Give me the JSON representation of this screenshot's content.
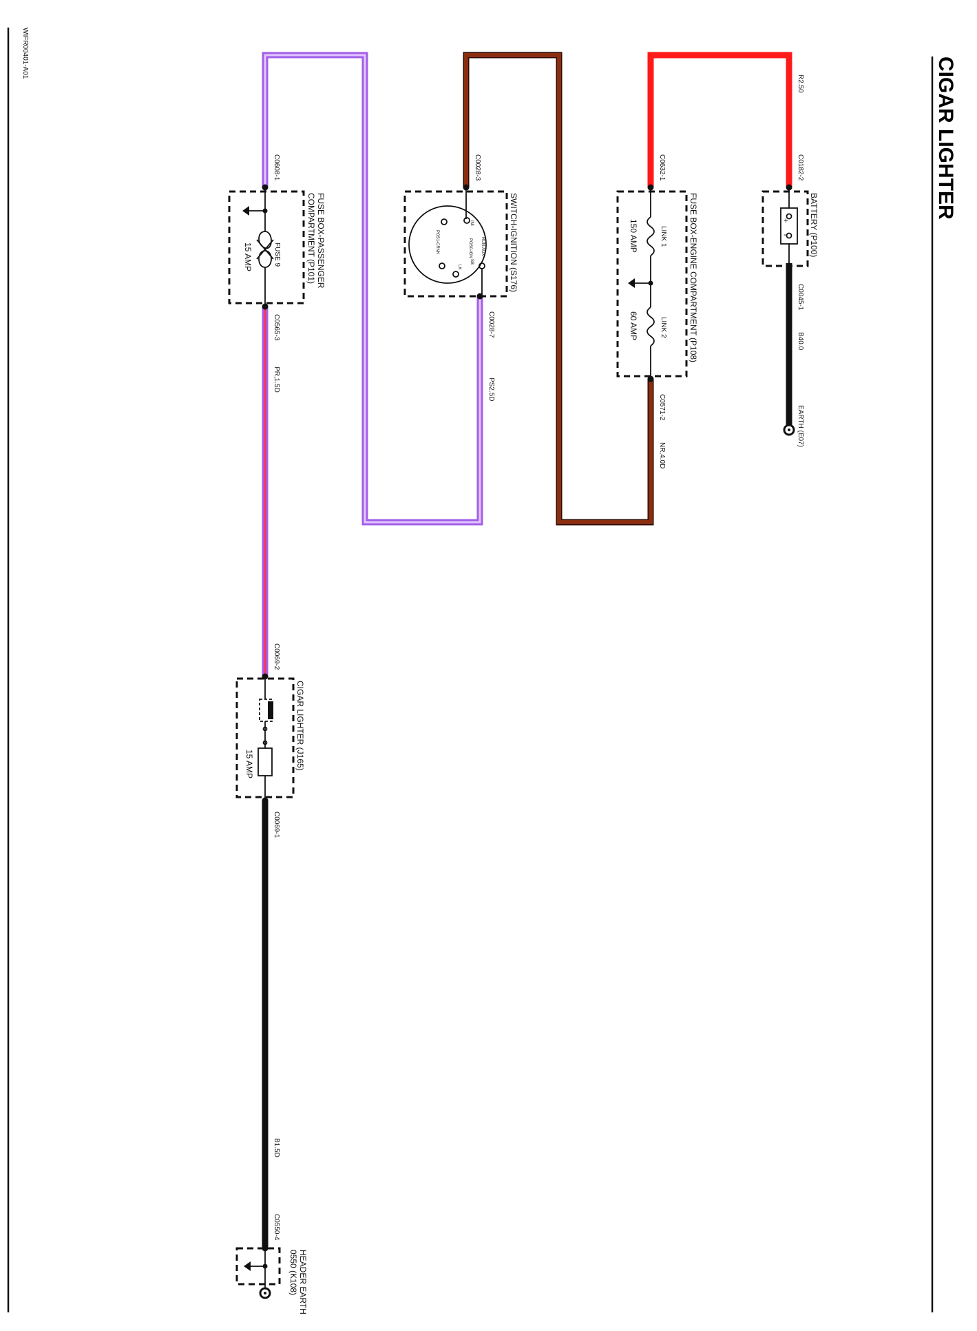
{
  "title": "CIGAR LIGHTER",
  "figure_id": "WIFR00401-A01",
  "colors": {
    "violet": "#a35ee8",
    "brown": "#8b2e10",
    "red": "#ff1a1a",
    "pink_red": "#ff3355",
    "black": "#111111"
  },
  "components": {
    "battery": {
      "label": "BATTERY (P100)",
      "plus": "+",
      "minus": "-"
    },
    "fuse_box_engine": {
      "label": "FUSE BOX-ENGINE COMPARTMENT (P108)",
      "link1_label": "LINK 1",
      "link1_rating": "150 AMP",
      "link2_label": "LINK 2",
      "link2_rating": "60 AMP"
    },
    "ignition_switch": {
      "label": "SWITCH-IGNITION (S176)",
      "positions": [
        "RUN-AUX",
        "POS0-IGN",
        "POS1-CRNK",
        "INI",
        "LK",
        "SB"
      ]
    },
    "fuse_box_passenger": {
      "label_line1": "FUSE BOX-PASSENGER",
      "label_line2": "COMPARTMENT (P101)",
      "fuse_label": "FUSE 9",
      "fuse_rating": "15 AMP"
    },
    "cigar_lighter": {
      "label": "CIGAR LIGHTER (J165)",
      "rating": "15 AMP"
    },
    "header_earth": {
      "label_line1": "HEADER EARTH",
      "label_line2": "0550 (K108)"
    },
    "earth": {
      "label": "EARTH (E07)"
    }
  },
  "connectors": {
    "battery_top": "C0182-2",
    "battery_bottom": "C0045-1",
    "engine_top": "C0632-1",
    "engine_bottom": "C0571-2",
    "switch_top": "C0028-3",
    "switch_bottom": "C0028-7",
    "passenger_top": "C0608-1",
    "passenger_bottom": "C0565-3",
    "lighter_top": "C0069-2",
    "lighter_bottom": "C0069-1",
    "earth_header": "C0550-4"
  },
  "wires": {
    "battery_feed": "R2.50",
    "battery_earth": "B40.0",
    "engine_out": "NR,4.0D",
    "switch_out": "PS2.5D",
    "fuse_out": "PR,1.5D",
    "lighter_earth": "B1.5D"
  }
}
